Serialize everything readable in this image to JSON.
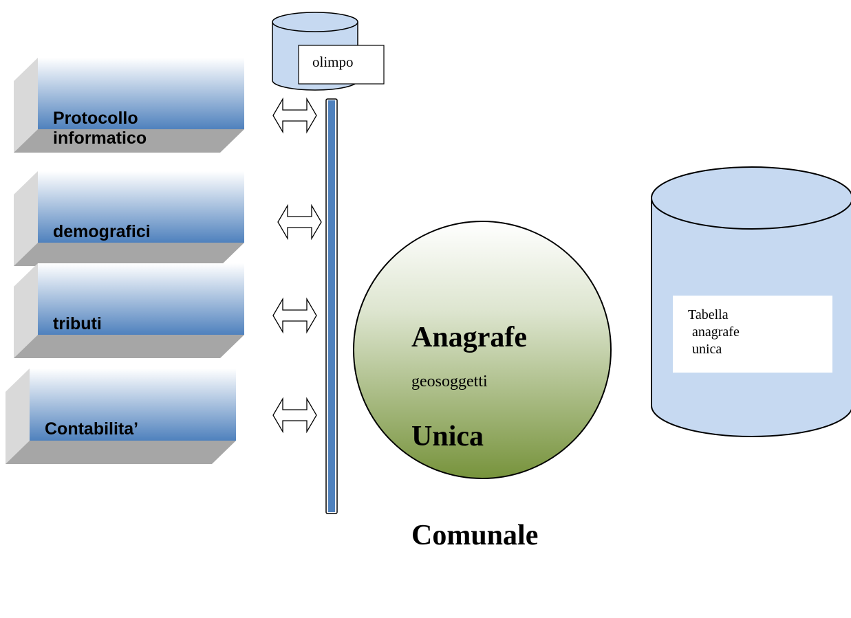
{
  "colors": {
    "block_top": "#ffffff",
    "block_bottom": "#4f81bd",
    "block_side": "#d9d9d9",
    "block_bottom_face": "#a6a6a6",
    "bus_fill": "#4f81bd",
    "cylinder_fill": "#c6d9f1",
    "sphere_top": "#ffffff",
    "sphere_bottom": "#77933c"
  },
  "modules": [
    {
      "line1": "Protocollo",
      "line2": "informatico"
    },
    {
      "line1": "demografici",
      "line2": ""
    },
    {
      "line1": "tributi",
      "line2": ""
    },
    {
      "line1": "Contabilita’",
      "line2": ""
    }
  ],
  "olimpo": {
    "label": "olimpo"
  },
  "central": {
    "line1": "Anagrafe",
    "line2": "Unica",
    "line3": "Comunale",
    "subtitle": "geosoggetti"
  },
  "table_db": {
    "line1": "Tabella",
    "line2": "anagrafe",
    "line3": "unica"
  },
  "connectors": [
    {
      "icon": "double-arrow-icon"
    },
    {
      "icon": "double-arrow-icon"
    },
    {
      "icon": "double-arrow-icon"
    },
    {
      "icon": "double-arrow-icon"
    }
  ]
}
